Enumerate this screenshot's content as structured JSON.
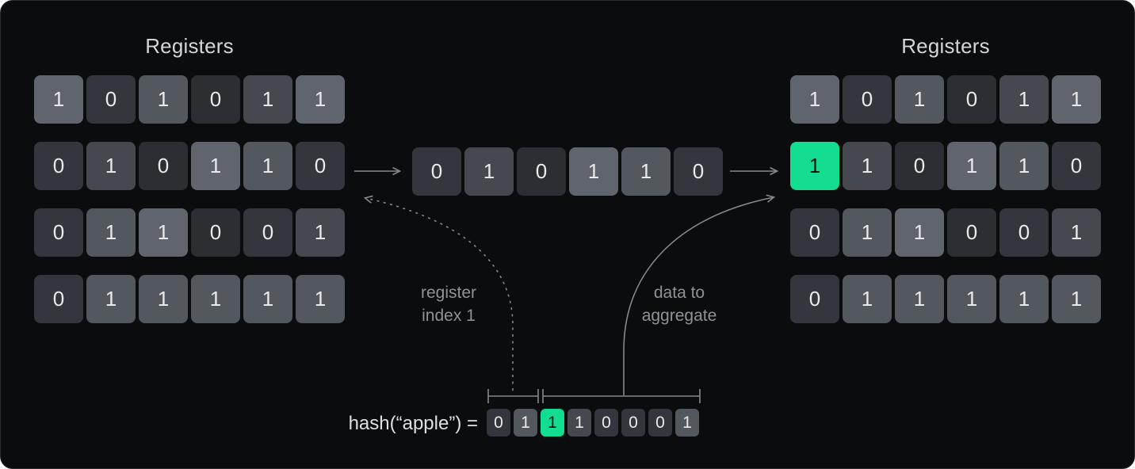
{
  "left_panel": {
    "title": "Registers",
    "rows": [
      [
        "1",
        "0",
        "1",
        "0",
        "1",
        "1"
      ],
      [
        "0",
        "1",
        "0",
        "1",
        "1",
        "0"
      ],
      [
        "0",
        "1",
        "1",
        "0",
        "0",
        "1"
      ],
      [
        "0",
        "1",
        "1",
        "1",
        "1",
        "1"
      ]
    ],
    "shades": [
      [
        "g1",
        "g4",
        "g2",
        "g5",
        "g3",
        "g1"
      ],
      [
        "g4",
        "g3",
        "g5",
        "g1",
        "g2",
        "g4"
      ],
      [
        "g4",
        "g2",
        "g1",
        "g5",
        "g4",
        "g3"
      ],
      [
        "g4",
        "g2",
        "g2",
        "g2",
        "g2",
        "g2"
      ]
    ]
  },
  "merged_row": {
    "values": [
      "0",
      "1",
      "0",
      "1",
      "1",
      "0"
    ],
    "shades": [
      "g4",
      "g3",
      "g5",
      "g1",
      "g2",
      "g4"
    ]
  },
  "right_panel": {
    "title": "Registers",
    "rows": [
      [
        "1",
        "0",
        "1",
        "0",
        "1",
        "1"
      ],
      [
        "1",
        "1",
        "0",
        "1",
        "1",
        "0"
      ],
      [
        "0",
        "1",
        "1",
        "0",
        "0",
        "1"
      ],
      [
        "0",
        "1",
        "1",
        "1",
        "1",
        "1"
      ]
    ],
    "shades": [
      [
        "g1",
        "g4",
        "g2",
        "g5",
        "g3",
        "g1"
      ],
      [
        "green",
        "g3",
        "g5",
        "g1",
        "g2",
        "g4"
      ],
      [
        "g4",
        "g2",
        "g1",
        "g5",
        "g4",
        "g3"
      ],
      [
        "g4",
        "g2",
        "g2",
        "g2",
        "g2",
        "g2"
      ]
    ],
    "highlight": {
      "row": 1,
      "col": 0,
      "value": "1"
    }
  },
  "labels": {
    "register_index": {
      "line1": "register",
      "line2": "index 1"
    },
    "data_aggregate": {
      "line1": "data to",
      "line2": "aggregate"
    }
  },
  "hash": {
    "label": "hash(“apple”) =",
    "bits": [
      "0",
      "1",
      "1",
      "1",
      "0",
      "0",
      "0",
      "1"
    ],
    "shades": [
      "g4",
      "g2",
      "green",
      "g3",
      "g4",
      "g4",
      "g4",
      "g2"
    ],
    "highlighted_bit_index": 2
  },
  "colors": {
    "g1": "#5f646d",
    "g2": "#53585f",
    "g3": "#45494f",
    "g4": "#33363c",
    "g5": "#2b2e33",
    "green": "#12dd90",
    "cell_text": "#e8eaec",
    "green_text": "#0e1013",
    "bg": "#0b0c0e",
    "canvas_border": "#2a2d31",
    "title_text": "#d3d5d9",
    "label_text": "#8f9298",
    "arrow": "#85888e",
    "hash_text": "#dde0e3"
  }
}
